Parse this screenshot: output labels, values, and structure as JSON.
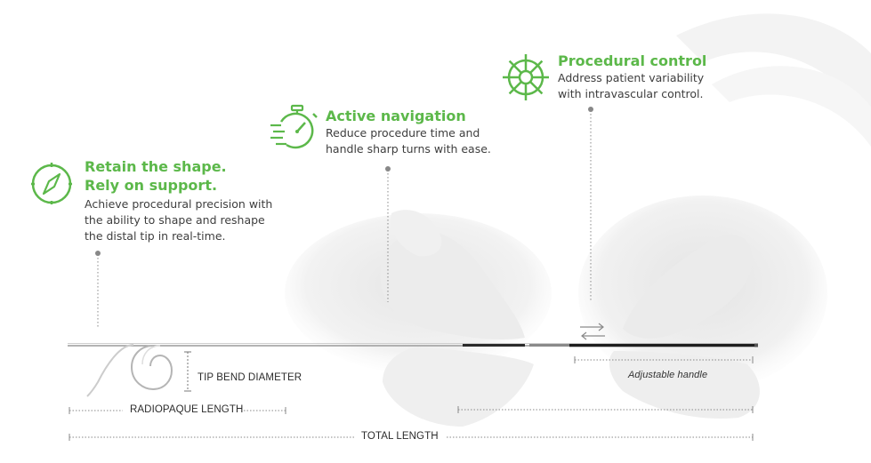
{
  "features": [
    {
      "icon": "compass-icon",
      "title_line1": "Retain the shape.",
      "title_line2": "Rely on support.",
      "desc_line1": "Achieve procedural precision with",
      "desc_line2": "the ability to shape and reshape",
      "desc_line3": "the distal tip in real-time."
    },
    {
      "icon": "stopwatch-icon",
      "title_line1": "Active navigation",
      "desc_line1": "Reduce procedure time and",
      "desc_line2": "handle sharp turns with ease."
    },
    {
      "icon": "ship-wheel-icon",
      "title_line1": "Procedural control",
      "desc_line1": "Address patient variability",
      "desc_line2": "with intravascular control."
    }
  ],
  "labels": {
    "tip_bend_diameter": "TIP BEND DIAMETER",
    "radiopaque_length": "RADIOPAQUE LENGTH",
    "total_length": "TOTAL LENGTH",
    "adjustable_handle": "Adjustable handle"
  },
  "colors": {
    "accent": "#5cb84a",
    "text": "#3e3e3e",
    "wire": "#555555",
    "dotted": "#888888"
  }
}
